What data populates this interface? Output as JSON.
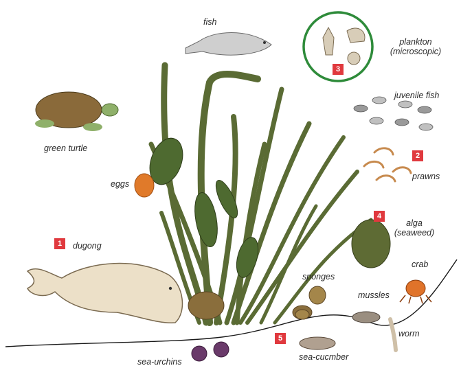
{
  "labels": {
    "fish": "fish",
    "plankton_line1": "plankton",
    "plankton_line2": "(microscopic)",
    "juvenile_fish": "juvenile fish",
    "green_turtle": "green turtle",
    "eggs": "eggs",
    "prawns": "prawns",
    "alga_line1": "alga",
    "alga_line2": "(seaweed)",
    "dugong": "dugong",
    "crab": "crab",
    "sponges": "sponges",
    "mussles": "mussles",
    "worm": "worm",
    "sea_urchins": "sea-urchins",
    "sea_cucumber": "sea-cucmber"
  },
  "badges": {
    "dugong": "1",
    "prawns": "2",
    "plankton": "3",
    "alga": "4",
    "seafloor": "5"
  },
  "colors": {
    "badge": "#e0393e",
    "plankton_ring": "#2e8b3a",
    "seagrass": "#5a6b34",
    "seafloor_line": "#1a1a1a"
  }
}
